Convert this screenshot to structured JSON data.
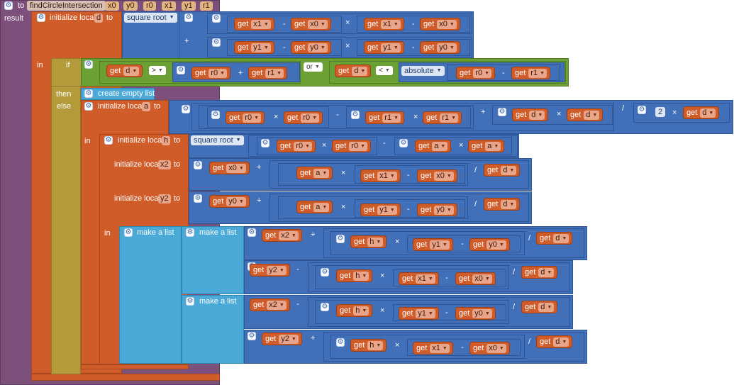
{
  "procedure": {
    "keyword_to": "to",
    "name": "findCircleIntersection",
    "params": [
      "x0",
      "y0",
      "r0",
      "x1",
      "y1",
      "r1"
    ],
    "result_label": "result"
  },
  "labels": {
    "initialize_local": "initialize local",
    "to": "to",
    "in": "in",
    "if": "if",
    "then": "then",
    "else": "else",
    "get": "get",
    "square_root": "square root",
    "absolute": "absolute",
    "create_empty_list": "create empty list",
    "make_a_list": "make a list"
  },
  "locals": {
    "d": "d",
    "a": "a",
    "h": "h",
    "x2": "x2",
    "y2": "y2"
  },
  "vars": {
    "x0": "x0",
    "y0": "y0",
    "r0": "r0",
    "x1": "x1",
    "y1": "y1",
    "r1": "r1",
    "d": "d",
    "a": "a",
    "h": "h",
    "x2": "x2",
    "y2": "y2"
  },
  "ops": {
    "minus": "-",
    "plus": "+",
    "times": "×",
    "divide": "/",
    "gt": ">",
    "lt": "<",
    "or": "or"
  },
  "numbers": {
    "two": "2"
  },
  "colors": {
    "procedure": "#7c507a",
    "variables": "#d05c2a",
    "control": "#b49a39",
    "logic": "#6ba035",
    "math": "#4270b8",
    "lists": "#4aa9d6"
  }
}
